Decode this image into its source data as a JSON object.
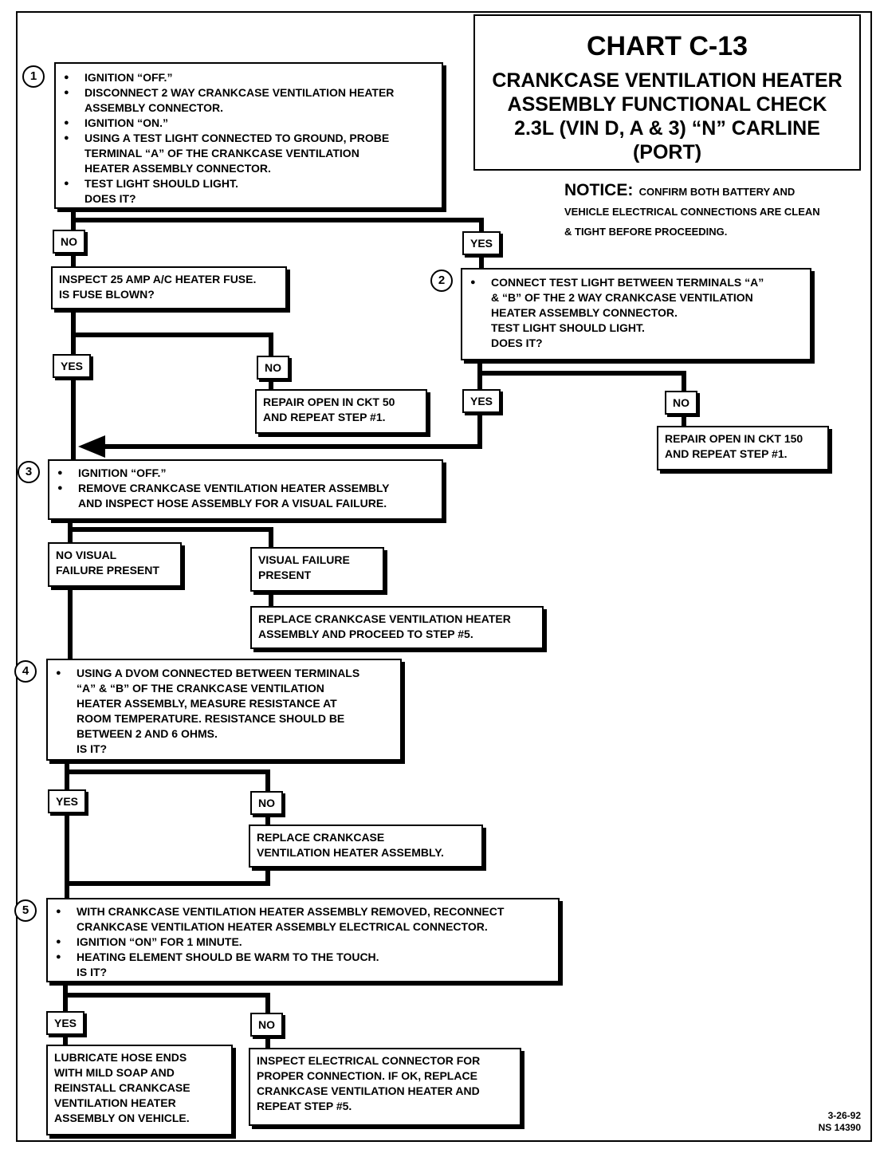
{
  "header": {
    "chart_id": "CHART C-13",
    "title_lines": [
      "CRANKCASE VENTILATION HEATER",
      "ASSEMBLY FUNCTIONAL CHECK",
      "2.3L (VIN D, A & 3) “N” CARLINE",
      "(PORT)"
    ]
  },
  "notice": {
    "label": "NOTICE:",
    "lines": [
      "CONFIRM BOTH BATTERY AND",
      "VEHICLE ELECTRICAL CONNECTIONS ARE CLEAN",
      "& TIGHT BEFORE PROCEEDING."
    ]
  },
  "steps": {
    "s1": {
      "num": "1",
      "lines": [
        "IGNITION “OFF.”",
        "DISCONNECT 2 WAY CRANKCASE VENTILATION HEATER",
        "ASSEMBLY CONNECTOR.",
        "IGNITION “ON.”",
        "USING A TEST LIGHT CONNECTED TO GROUND, PROBE",
        "TERMINAL “A” OF THE CRANKCASE VENTILATION",
        "HEATER ASSEMBLY CONNECTOR.",
        "TEST LIGHT SHOULD LIGHT.",
        "DOES IT?"
      ]
    },
    "s2": {
      "num": "2",
      "lines": [
        "CONNECT TEST LIGHT BETWEEN TERMINALS “A”",
        "& “B” OF THE 2 WAY CRANKCASE VENTILATION",
        "HEATER ASSEMBLY CONNECTOR.",
        "TEST LIGHT SHOULD LIGHT.",
        "DOES IT?"
      ]
    },
    "s3": {
      "num": "3",
      "lines": [
        "IGNITION “OFF.”",
        "REMOVE CRANKCASE VENTILATION HEATER ASSEMBLY",
        "AND INSPECT HOSE ASSEMBLY FOR A VISUAL FAILURE."
      ]
    },
    "s4": {
      "num": "4",
      "lines": [
        "USING A DVOM CONNECTED BETWEEN TERMINALS",
        "“A” & “B” OF THE CRANKCASE VENTILATION",
        "HEATER ASSEMBLY, MEASURE RESISTANCE AT",
        "ROOM TEMPERATURE.  RESISTANCE SHOULD BE",
        "BETWEEN 2 AND 6 OHMS.",
        "IS IT?"
      ]
    },
    "s5": {
      "num": "5",
      "lines": [
        "WITH CRANKCASE VENTILATION HEATER ASSEMBLY REMOVED, RECONNECT",
        "CRANKCASE VENTILATION HEATER ASSEMBLY ELECTRICAL CONNECTOR.",
        "IGNITION “ON” FOR 1 MINUTE.",
        "HEATING ELEMENT SHOULD BE WARM TO THE TOUCH.",
        "IS IT?"
      ]
    }
  },
  "labels": {
    "s1_no": "NO",
    "s1_yes": "YES",
    "fuse_yes": "YES",
    "fuse_no": "NO",
    "s2_yes": "YES",
    "s2_no": "NO",
    "s4_yes": "YES",
    "s4_no": "NO",
    "s5_yes": "YES",
    "s5_no": "NO"
  },
  "boxes": {
    "inspect_fuse": [
      "INSPECT 25 AMP A/C HEATER FUSE.",
      "IS FUSE BLOWN?"
    ],
    "repair_ckt50": [
      "REPAIR OPEN IN CKT 50",
      "AND REPEAT STEP #1."
    ],
    "repair_ckt150": [
      "REPAIR OPEN IN CKT 150",
      "AND REPEAT STEP #1."
    ],
    "no_visual": [
      "NO VISUAL",
      "FAILURE PRESENT"
    ],
    "visual_failure": [
      "VISUAL FAILURE",
      "PRESENT"
    ],
    "replace_proceed": [
      "REPLACE CRANKCASE VENTILATION HEATER",
      "ASSEMBLY AND PROCEED TO STEP #5."
    ],
    "replace_assembly": [
      "REPLACE CRANKCASE",
      "VENTILATION HEATER ASSEMBLY."
    ],
    "lubricate": [
      "LUBRICATE HOSE ENDS",
      "WITH MILD SOAP AND",
      "REINSTALL CRANKCASE",
      "VENTILATION HEATER",
      "ASSEMBLY ON VEHICLE."
    ],
    "inspect_connector": [
      "INSPECT ELECTRICAL CONNECTOR FOR",
      "PROPER CONNECTION.  IF OK, REPLACE",
      "CRANKCASE VENTILATION HEATER AND",
      "REPEAT STEP #5."
    ]
  },
  "footer": {
    "date": "3-26-92",
    "code": "NS 14390"
  }
}
